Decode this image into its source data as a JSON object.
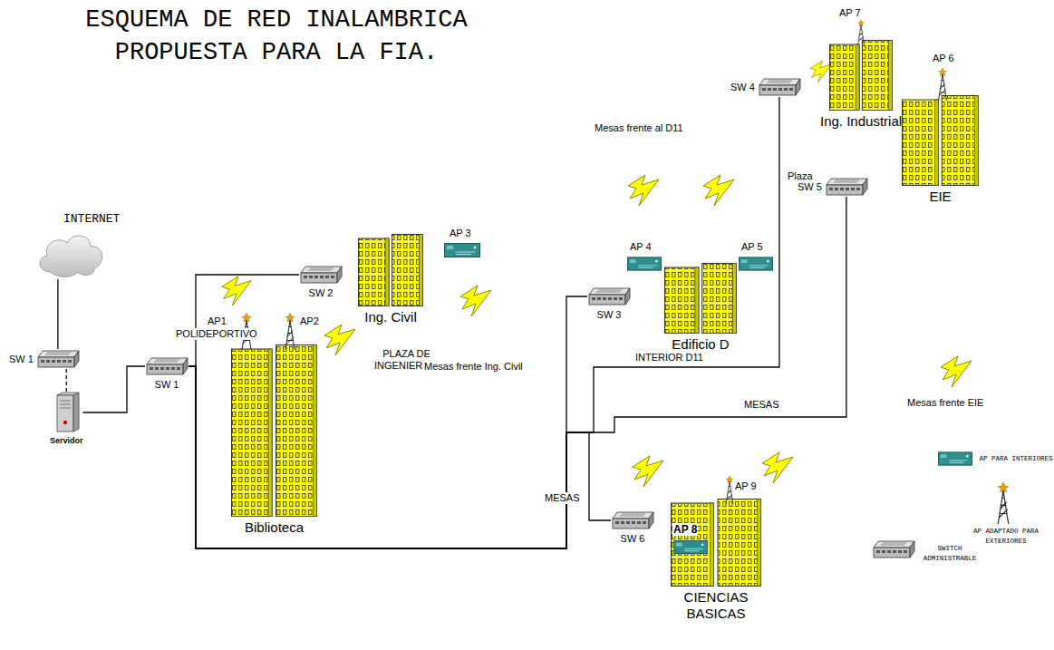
{
  "diagram": {
    "title": "ESQUEMA DE RED INALAMBRICA PROPUESTA PARA LA FIA.",
    "nodes": [
      {
        "text": [
          "INTERNET"
        ]
      },
      {
        "text": [
          "SW 1"
        ]
      },
      {
        "text": [
          "Servidor"
        ]
      },
      {
        "text": [
          "SW 1"
        ]
      },
      {
        "text": [
          "SW 2"
        ]
      },
      {
        "text": [
          "Ing. Civil"
        ]
      },
      {
        "text": [
          "Biblioteca"
        ]
      },
      {
        "text": [
          "SW 3"
        ]
      },
      {
        "text": [
          "Edificio D"
        ]
      },
      {
        "text": [
          "SW 4"
        ]
      },
      {
        "text": [
          "Ing. Industrial"
        ]
      },
      {
        "text": [
          "SW 5"
        ]
      },
      {
        "text": [
          "EIE"
        ]
      },
      {
        "text": [
          "SW 6"
        ]
      },
      {
        "text": [
          "CIENCIAS BASICAS"
        ]
      }
    ],
    "edges": [
      {
        "from": 0,
        "to": 1,
        "arrow": "none"
      },
      {
        "from": 1,
        "to": 2,
        "arrow": "none"
      },
      {
        "from": 2,
        "to": 3,
        "arrow": "none"
      },
      {
        "from": 3,
        "to": 4,
        "arrow": "none"
      },
      {
        "from": 3,
        "to": 7,
        "arrow": "none"
      },
      {
        "from": 3,
        "to": 9,
        "arrow": "none"
      },
      {
        "from": 3,
        "to": 11,
        "arrow": "none"
      },
      {
        "from": 3,
        "to": 13,
        "arrow": "none"
      }
    ],
    "labels": [
      "AP 3",
      "AP 4",
      "AP 5",
      "AP 6",
      "AP 7",
      "AP 8",
      "AP 9",
      "AP1",
      "AP2",
      "POLIDEPORTIVO",
      "PLAZA DE INGENIERIAS",
      "Mesas frente Ing. Civil",
      "Mesas frente al D11",
      "Plaza",
      "INTERIOR D11",
      "MESAS",
      "Mesas frente EIE",
      "MESAS"
    ],
    "legend": [
      {
        "text": "AP PARA INTERIORES"
      },
      {
        "text": "AP ADAPTADO PARA EXTERIORES"
      },
      {
        "text": "SWITCH ADMINISTRABLE"
      }
    ]
  }
}
